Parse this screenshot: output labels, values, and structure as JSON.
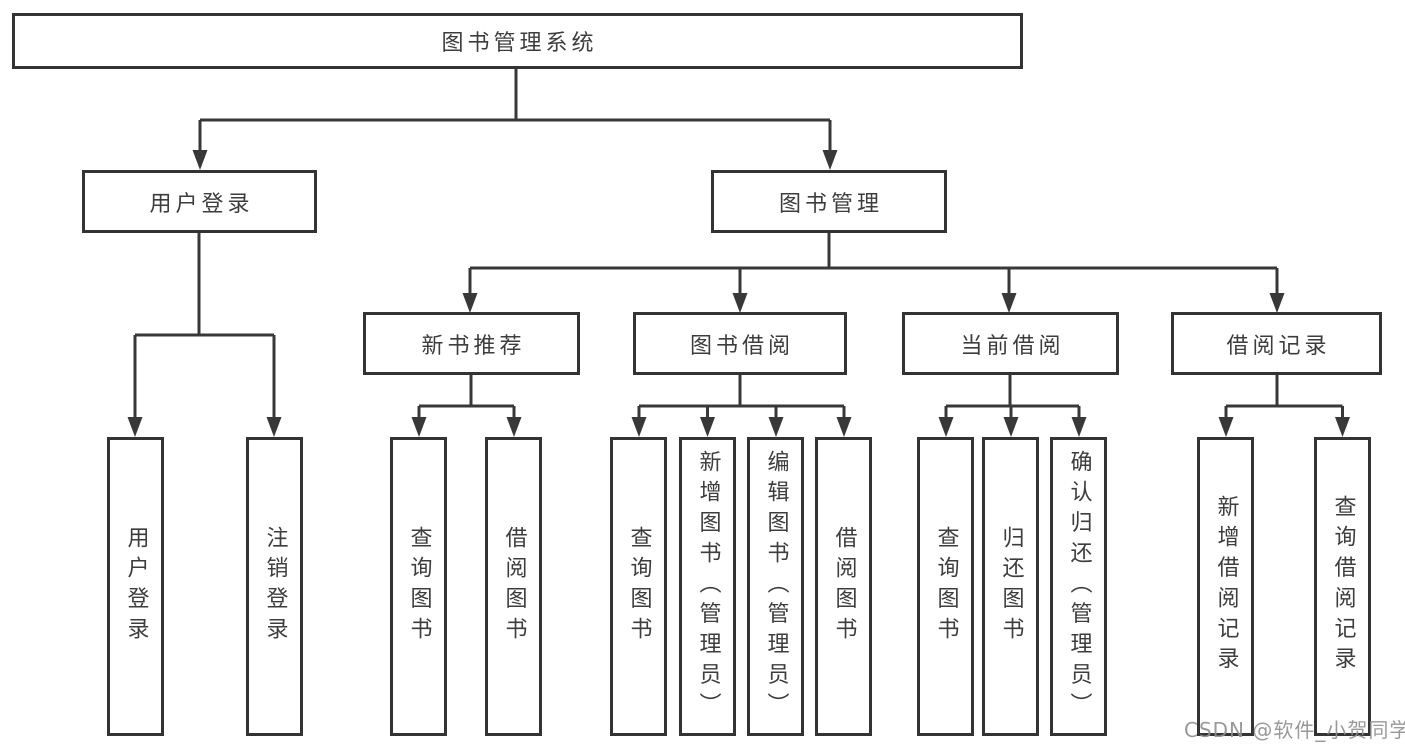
{
  "tree": {
    "label": "图书管理系统",
    "children": [
      {
        "label": "用户登录",
        "children": [
          {
            "label": "用户登录"
          },
          {
            "label": "注销登录"
          }
        ]
      },
      {
        "label": "图书管理",
        "children": [
          {
            "label": "新书推荐",
            "children": [
              {
                "label": "查询图书"
              },
              {
                "label": "借阅图书"
              }
            ]
          },
          {
            "label": "图书借阅",
            "children": [
              {
                "label": "查询图书"
              },
              {
                "label": "新增图书（管理员）"
              },
              {
                "label": "编辑图书（管理员）"
              },
              {
                "label": "借阅图书"
              }
            ]
          },
          {
            "label": "当前借阅",
            "children": [
              {
                "label": "查询图书"
              },
              {
                "label": "归还图书"
              },
              {
                "label": "确认归还（管理员）"
              }
            ]
          },
          {
            "label": "借阅记录",
            "children": [
              {
                "label": "新增借阅记录"
              },
              {
                "label": "查询借阅记录"
              }
            ]
          }
        ]
      }
    ]
  },
  "watermark": {
    "text": "CSDN @软件_小贺同学"
  },
  "colors": {
    "line": "#383838",
    "box_border": "#333333",
    "text": "#3d3d3d",
    "background": "#ffffff",
    "watermark": "#8f8f8f"
  }
}
